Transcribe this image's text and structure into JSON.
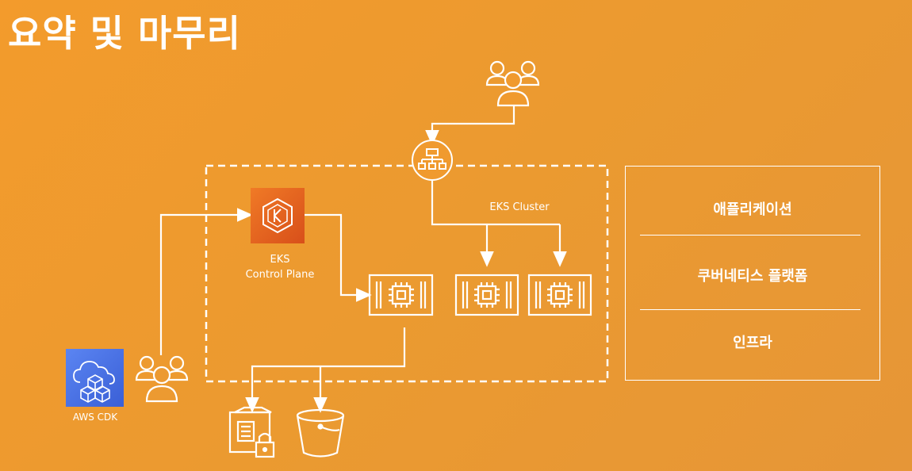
{
  "title": "요약 및 마무리",
  "diagram": {
    "cluster_label": "EKS Cluster",
    "control_plane_label_line1": "EKS",
    "control_plane_label_line2": "Control Plane",
    "cdk_label": "AWS CDK"
  },
  "layers": [
    "애플리케이션",
    "쿠버네티스 플랫폼",
    "인프라"
  ],
  "icons": {
    "top_users": "users-icon",
    "left_users": "users-icon",
    "load_balancer": "load-balancer-icon",
    "control_plane": "eks-icon",
    "nodes": "ec2-instance-icon",
    "cdk": "aws-cdk-icon",
    "storage": "encrypted-file-storage-icon",
    "bucket": "s3-bucket-icon"
  },
  "colors": {
    "background": "#f39b2c",
    "eks_tile": "#e8601e",
    "cdk_tile": "#4a72e8",
    "line": "#ffffff"
  }
}
